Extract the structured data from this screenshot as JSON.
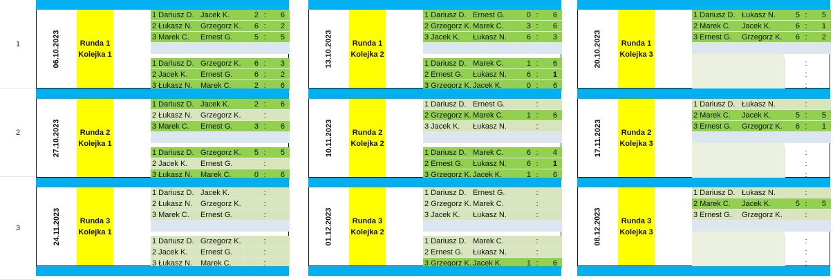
{
  "rows": [
    {
      "label": "1",
      "blocks": [
        {
          "date": "06.10.2023",
          "round": "Runda 1",
          "series": "Kolejka 1",
          "matches": [
            {
              "p1": "1 Dariusz D.",
              "p2": "Jacek K.",
              "s1": "2",
              "s2": "6"
            },
            {
              "p1": "2 Łukasz N.",
              "p2": "Grzegorz K.",
              "s1": "6",
              "s2": "2"
            },
            {
              "p1": "3 Marek C.",
              "p2": "Ernest G.",
              "s1": "5",
              "s2": "5"
            },
            {
              "p1": "1 Dariusz D.",
              "p2": "Grzegorz K.",
              "s1": "6",
              "s2": "3"
            },
            {
              "p1": "2 Jacek K.",
              "p2": "Ernest G.",
              "s1": "6",
              "s2": "2"
            },
            {
              "p1": "3 Łukasz N.",
              "p2": "Marek C.",
              "s1": "2",
              "s2": "6"
            }
          ]
        },
        {
          "date": "13.10.2023",
          "round": "Runda 1",
          "series": "Kolejka 2",
          "matches": [
            {
              "p1": "1 Dariusz D.",
              "p2": "Ernest G.",
              "s1": "0",
              "s2": "6"
            },
            {
              "p1": "2 Grzegorz K.",
              "p2": "Marek C.",
              "s1": "3",
              "s2": "6"
            },
            {
              "p1": "3 Jacek K.",
              "p2": "Łukasz N.",
              "s1": "6",
              "s2": "3"
            },
            {
              "p1": "1 Dariusz D.",
              "p2": "Marek C.",
              "s1": "1",
              "s2": "6"
            },
            {
              "p1": "2 Ernest G.",
              "p2": "Łukasz N.",
              "s1": "6",
              "s2": "1"
            },
            {
              "p1": "3 Grzegorz K.",
              "p2": "Jacek K.",
              "s1": "0",
              "s2": "6"
            }
          ]
        },
        {
          "date": "20.10.2023",
          "round": "Runda 1",
          "series": "Kolejka 3",
          "matches": [
            {
              "p1": "1 Dariusz D.",
              "p2": "Łukasz N.",
              "s1": "5",
              "s2": "5"
            },
            {
              "p1": "2 Marek C.",
              "p2": "Jacek K.",
              "s1": "6",
              "s2": "1"
            },
            {
              "p1": "3 Ernest G.",
              "p2": "Grzegorz K.",
              "s1": "6",
              "s2": "2"
            },
            {
              "p1": "",
              "p2": "",
              "s1": "",
              "s2": ""
            },
            {
              "p1": "",
              "p2": "",
              "s1": "",
              "s2": ""
            },
            {
              "p1": "",
              "p2": "",
              "s1": "",
              "s2": ""
            }
          ]
        }
      ]
    },
    {
      "label": "2",
      "blocks": [
        {
          "date": "27.10.2023",
          "round": "Runda 2",
          "series": "Kolejka 1",
          "matches": [
            {
              "p1": "1 Dariusz D.",
              "p2": "Jacek K.",
              "s1": "2",
              "s2": "6"
            },
            {
              "p1": "2 Łukasz N.",
              "p2": "Grzegorz K.",
              "s1": "",
              "s2": ""
            },
            {
              "p1": "3 Marek C.",
              "p2": "Ernest G.",
              "s1": "3",
              "s2": "6"
            },
            {
              "p1": "1 Dariusz D.",
              "p2": "Grzegorz K.",
              "s1": "5",
              "s2": "5"
            },
            {
              "p1": "2 Jacek K.",
              "p2": "Ernest G.",
              "s1": "",
              "s2": ""
            },
            {
              "p1": "3 Łukasz N.",
              "p2": "Marek C.",
              "s1": "0",
              "s2": "6"
            }
          ]
        },
        {
          "date": "10.11.2023",
          "round": "Runda 2",
          "series": "Kolejka 2",
          "matches": [
            {
              "p1": "1 Dariusz D.",
              "p2": "Ernest G.",
              "s1": "",
              "s2": ""
            },
            {
              "p1": "2 Grzegorz K.",
              "p2": "Marek C.",
              "s1": "1",
              "s2": "6"
            },
            {
              "p1": "3 Jacek K.",
              "p2": "Łukasz N.",
              "s1": "",
              "s2": ""
            },
            {
              "p1": "1 Dariusz D.",
              "p2": "Marek C.",
              "s1": "6",
              "s2": "4"
            },
            {
              "p1": "2 Ernest G.",
              "p2": "Łukasz N.",
              "s1": "6",
              "s2": "1"
            },
            {
              "p1": "3 Grzegorz K.",
              "p2": "Jacek K.",
              "s1": "1",
              "s2": "6"
            }
          ]
        },
        {
          "date": "17.11.2023",
          "round": "Runda 2",
          "series": "Kolejka 3",
          "matches": [
            {
              "p1": "1 Dariusz D.",
              "p2": "Łukasz N.",
              "s1": "",
              "s2": ""
            },
            {
              "p1": "2 Marek C.",
              "p2": "Jacek K.",
              "s1": "5",
              "s2": "5"
            },
            {
              "p1": "3 Ernest G.",
              "p2": "Grzegorz K.",
              "s1": "6",
              "s2": "1"
            },
            {
              "p1": "",
              "p2": "",
              "s1": "",
              "s2": ""
            },
            {
              "p1": "",
              "p2": "",
              "s1": "",
              "s2": ""
            },
            {
              "p1": "",
              "p2": "",
              "s1": "",
              "s2": ""
            }
          ]
        }
      ]
    },
    {
      "label": "3",
      "blocks": [
        {
          "date": "24.11.2023",
          "round": "Runda 3",
          "series": "Kolejka 1",
          "matches": [
            {
              "p1": "1 Dariusz D.",
              "p2": "Jacek K.",
              "s1": "",
              "s2": ""
            },
            {
              "p1": "2 Łukasz N.",
              "p2": "Grzegorz K.",
              "s1": "",
              "s2": ""
            },
            {
              "p1": "3 Marek C.",
              "p2": "Ernest G.",
              "s1": "",
              "s2": ""
            },
            {
              "p1": "1 Dariusz D.",
              "p2": "Grzegorz K.",
              "s1": "",
              "s2": ""
            },
            {
              "p1": "2 Jacek K.",
              "p2": "Ernest G.",
              "s1": "",
              "s2": ""
            },
            {
              "p1": "3 Łukasz N.",
              "p2": "Marek C.",
              "s1": "",
              "s2": ""
            }
          ]
        },
        {
          "date": "01.12.2023",
          "round": "Runda 3",
          "series": "Kolejka 2",
          "matches": [
            {
              "p1": "1 Dariusz D.",
              "p2": "Ernest G.",
              "s1": "",
              "s2": ""
            },
            {
              "p1": "2 Grzegorz K.",
              "p2": "Marek C.",
              "s1": "",
              "s2": ""
            },
            {
              "p1": "3 Jacek K.",
              "p2": "Łukasz N.",
              "s1": "",
              "s2": ""
            },
            {
              "p1": "1 Dariusz D.",
              "p2": "Marek C.",
              "s1": "",
              "s2": ""
            },
            {
              "p1": "2 Ernest G.",
              "p2": "Łukasz N.",
              "s1": "",
              "s2": ""
            },
            {
              "p1": "3 Grzegorz K.",
              "p2": "Jacek K.",
              "s1": "1",
              "s2": "6"
            }
          ]
        },
        {
          "date": "08.12.2023",
          "round": "Runda 3",
          "series": "Kolejka 3",
          "matches": [
            {
              "p1": "1 Dariusz D.",
              "p2": "Łukasz N.",
              "s1": "",
              "s2": ""
            },
            {
              "p1": "2 Marek C.",
              "p2": "Jacek K.",
              "s1": "5",
              "s2": "5"
            },
            {
              "p1": "3 Ernest G.",
              "p2": "Grzegorz K.",
              "s1": "",
              "s2": ""
            },
            {
              "p1": "",
              "p2": "",
              "s1": "",
              "s2": ""
            },
            {
              "p1": "",
              "p2": "",
              "s1": "",
              "s2": ""
            },
            {
              "p1": "",
              "p2": "",
              "s1": "",
              "s2": ""
            }
          ]
        }
      ]
    }
  ],
  "colors": {
    "bar": "#00b0f0",
    "round": "#ffff00",
    "played": "#92d050",
    "pending": "#d8e4bc",
    "separator": "#dce6f1"
  }
}
